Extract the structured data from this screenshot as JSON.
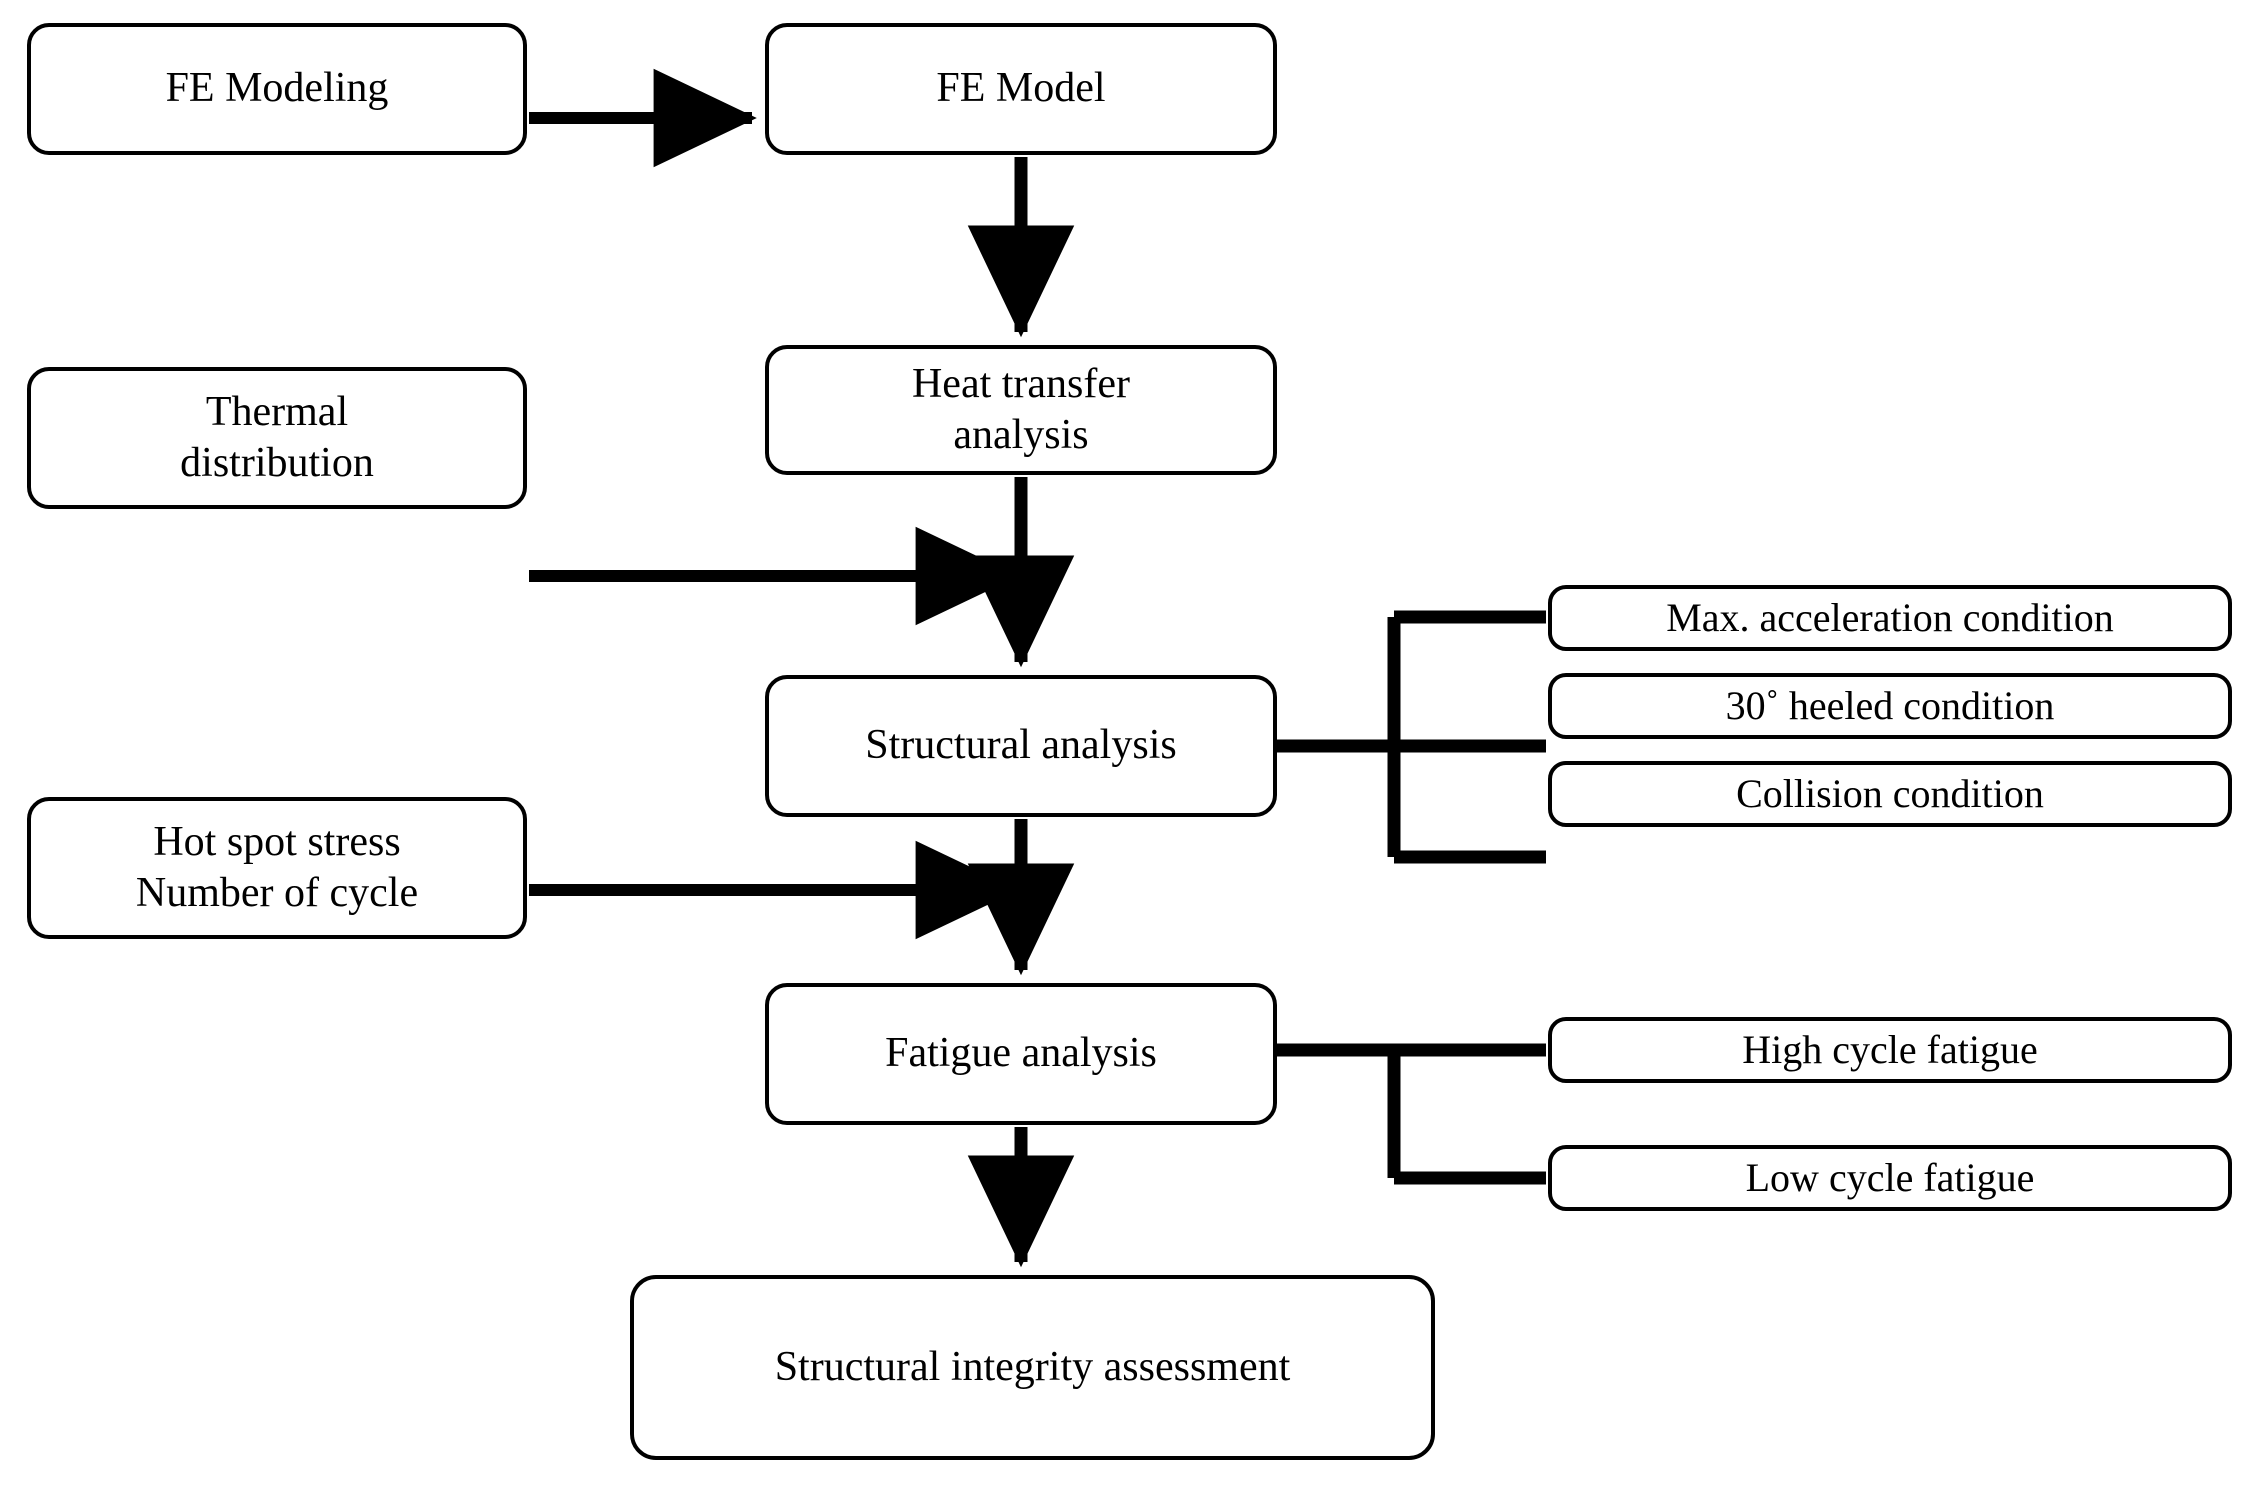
{
  "diagram": {
    "title": "Structural integrity assessment workflow",
    "type": "flowchart",
    "orientation": "top-to-bottom",
    "stroke_color": "#000000",
    "fill_color": "#ffffff",
    "background_color": "#ffffff"
  },
  "nodes": {
    "fe_modeling": {
      "label": "FE Modeling",
      "column": "left",
      "shape": "rounded-rectangle"
    },
    "fe_model": {
      "label": "FE Model",
      "column": "center",
      "shape": "rounded-rectangle"
    },
    "heat_transfer": {
      "label": "Heat transfer\nanalysis",
      "column": "center",
      "shape": "rounded-rectangle"
    },
    "thermal_distribution": {
      "label": "Thermal\ndistribution",
      "column": "left",
      "shape": "rounded-rectangle"
    },
    "structural_analysis": {
      "label": "Structural analysis",
      "column": "center",
      "shape": "rounded-rectangle"
    },
    "hot_spot_stress": {
      "label": "Hot spot stress\nNumber of cycle",
      "column": "left",
      "shape": "rounded-rectangle"
    },
    "fatigue_analysis": {
      "label": "Fatigue analysis",
      "column": "center",
      "shape": "rounded-rectangle"
    },
    "structural_integrity": {
      "label": "Structural integrity assessment",
      "column": "center",
      "shape": "rounded-rectangle"
    },
    "max_acceleration": {
      "label": "Max. acceleration condition",
      "column": "right",
      "shape": "rounded-rectangle"
    },
    "heeled_30": {
      "label": "30˚ heeled condition",
      "column": "right",
      "shape": "rounded-rectangle"
    },
    "collision": {
      "label": "Collision condition",
      "column": "right",
      "shape": "rounded-rectangle"
    },
    "high_cycle_fatigue": {
      "label": "High cycle fatigue",
      "column": "right",
      "shape": "rounded-rectangle"
    },
    "low_cycle_fatigue": {
      "label": "Low cycle fatigue",
      "column": "right",
      "shape": "rounded-rectangle"
    }
  },
  "edges": [
    {
      "from": "fe_modeling",
      "to": "fe_model",
      "style": "arrow",
      "direction": "right"
    },
    {
      "from": "fe_model",
      "to": "heat_transfer",
      "style": "arrow",
      "direction": "down"
    },
    {
      "from": "heat_transfer",
      "to": "structural_analysis",
      "style": "arrow",
      "direction": "down"
    },
    {
      "from": "thermal_distribution",
      "to": "structural_analysis",
      "style": "arrow",
      "direction": "right"
    },
    {
      "from": "structural_analysis",
      "to": "fatigue_analysis",
      "style": "arrow",
      "direction": "down"
    },
    {
      "from": "hot_spot_stress",
      "to": "fatigue_analysis",
      "style": "arrow",
      "direction": "right"
    },
    {
      "from": "fatigue_analysis",
      "to": "structural_integrity",
      "style": "arrow",
      "direction": "down"
    },
    {
      "from": "structural_analysis",
      "to": "max_acceleration",
      "style": "bracket",
      "direction": "right"
    },
    {
      "from": "structural_analysis",
      "to": "heeled_30",
      "style": "bracket",
      "direction": "right"
    },
    {
      "from": "structural_analysis",
      "to": "collision",
      "style": "bracket",
      "direction": "right"
    },
    {
      "from": "fatigue_analysis",
      "to": "high_cycle_fatigue",
      "style": "bracket",
      "direction": "right"
    },
    {
      "from": "fatigue_analysis",
      "to": "low_cycle_fatigue",
      "style": "bracket",
      "direction": "right"
    }
  ]
}
